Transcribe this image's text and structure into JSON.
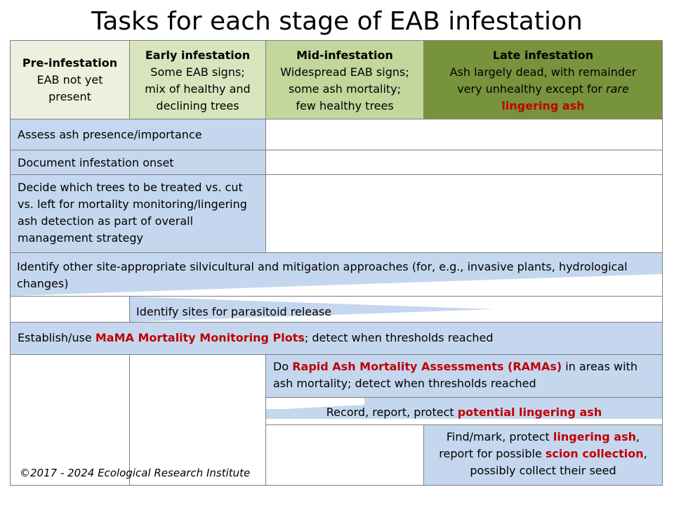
{
  "title": "Tasks for each stage of EAB infestation",
  "colors": {
    "pre": "#ebf1de",
    "early": "#d7e4bd",
    "mid": "#c3d69b",
    "late": "#77933c",
    "task_blue": "#c5d7ee",
    "highlight_red": "#c00000",
    "border": "#7f7f7f"
  },
  "headers": {
    "pre": {
      "heading": "Pre-infestation",
      "line1": "EAB not yet",
      "line2": "present"
    },
    "early": {
      "heading": "Early infestation",
      "line1": "Some EAB signs;",
      "line2": "mix of healthy and",
      "line3": "declining trees"
    },
    "mid": {
      "heading": "Mid-infestation",
      "line1": "Widespread EAB signs;",
      "line2": "some ash mortality;",
      "line3": "few healthy trees"
    },
    "late": {
      "heading": "Late infestation",
      "line1": "Ash largely dead, with remainder",
      "line2a": "very unhealthy except for ",
      "line2b": "rare",
      "line3": "lingering ash"
    }
  },
  "tasks": {
    "assess": "Assess ash presence/importance",
    "document": "Document infestation onset",
    "decide": "Decide which trees to be treated vs. cut vs. left for mortality monitoring/lingering ash detection as part of overall management strategy",
    "identify_other": "Identify other site-appropriate silvicultural and mitigation approaches (for, e.g., invasive plants, hydrological changes)",
    "parasitoid": "Identify sites for parasitoid release",
    "mama_a": "Establish/use ",
    "mama_b": "MaMA Mortality Monitoring Plots",
    "mama_c": "; detect when  thresholds reached",
    "rama_a": "Do ",
    "rama_b": "Rapid Ash Mortality Assessments (RAMAs)",
    "rama_c": " in areas with ash mortality; detect when thresholds reached",
    "record_a": "Record, report, protect ",
    "record_b": "potential lingering ash",
    "find_a": "Find/mark, protect ",
    "find_b": "lingering ash",
    "find_c": ",",
    "find_d": "report for possible ",
    "find_e": "scion collection",
    "find_f": ",",
    "find_g": "possibly collect their seed"
  },
  "footer": "©2017 - 2024 Ecological Research Institute"
}
